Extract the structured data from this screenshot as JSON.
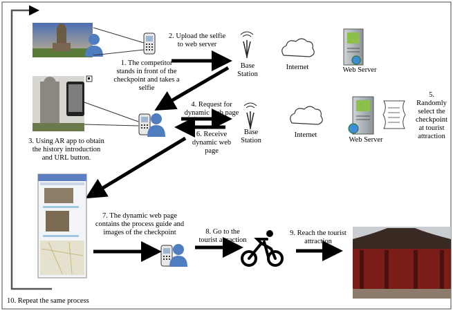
{
  "steps": {
    "s1": [
      "1. The competitor",
      "stands in front of the",
      "checkpoint and takes a",
      "selfie"
    ],
    "s2": [
      "2. Upload the selfie",
      "to  web server"
    ],
    "s3": [
      "3. Using AR app to obtain",
      "the history introduction",
      "and URL button."
    ],
    "s4": [
      "4. Request for",
      "dynamic web page"
    ],
    "s5": [
      "5.",
      "Randomly",
      "select the",
      "checkpoint",
      "at tourist",
      "attraction"
    ],
    "s6": [
      "6. Receive",
      "dynamic web",
      "page"
    ],
    "s7": [
      "7. The dynamic web page",
      "contains the process guide and",
      "images of the checkpoint"
    ],
    "s8": [
      "8. Go to the",
      "tourist attraction"
    ],
    "s9": [
      "9. Reach the tourist",
      "attraction"
    ],
    "s10": "10. Repeat the same process"
  },
  "nodes": {
    "base_station": [
      "Base",
      "Station"
    ],
    "internet": "Internet",
    "web_server": "Web Server"
  },
  "colors": {
    "sky": "#5b84c4",
    "screen": "#eef1f6",
    "person": "#4f7ec0",
    "server": "#8cc04a",
    "roof": "#7a1d18"
  }
}
